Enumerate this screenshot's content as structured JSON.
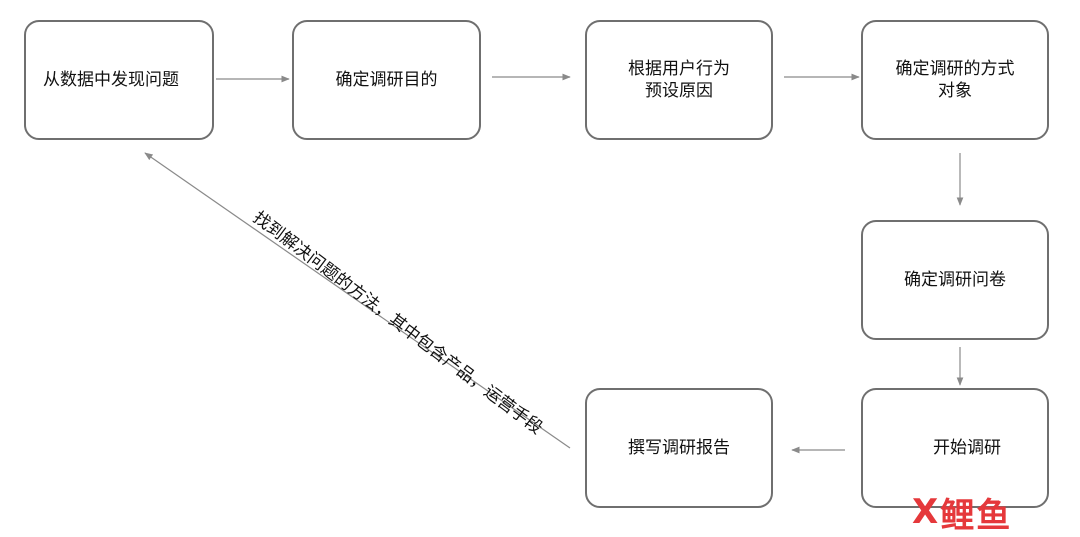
{
  "nodes": {
    "n1": "从数据中发现问题",
    "n2": "确定调研目的",
    "n3": "根据用户行为\n预设原因",
    "n4": "确定调研的方式\n对象",
    "n5": "确定调研问卷",
    "n6": "开始调研",
    "n7": "撰写调研报告"
  },
  "feedback_label": "找到解决问题的方法，其中包含产品，运营手段",
  "logo": {
    "c1": "X",
    "c2": "鲤",
    "c3": "鱼",
    "color": "#e5383b"
  },
  "colors": {
    "border": "#6f6f6f",
    "arrow": "#8a8a8a"
  }
}
